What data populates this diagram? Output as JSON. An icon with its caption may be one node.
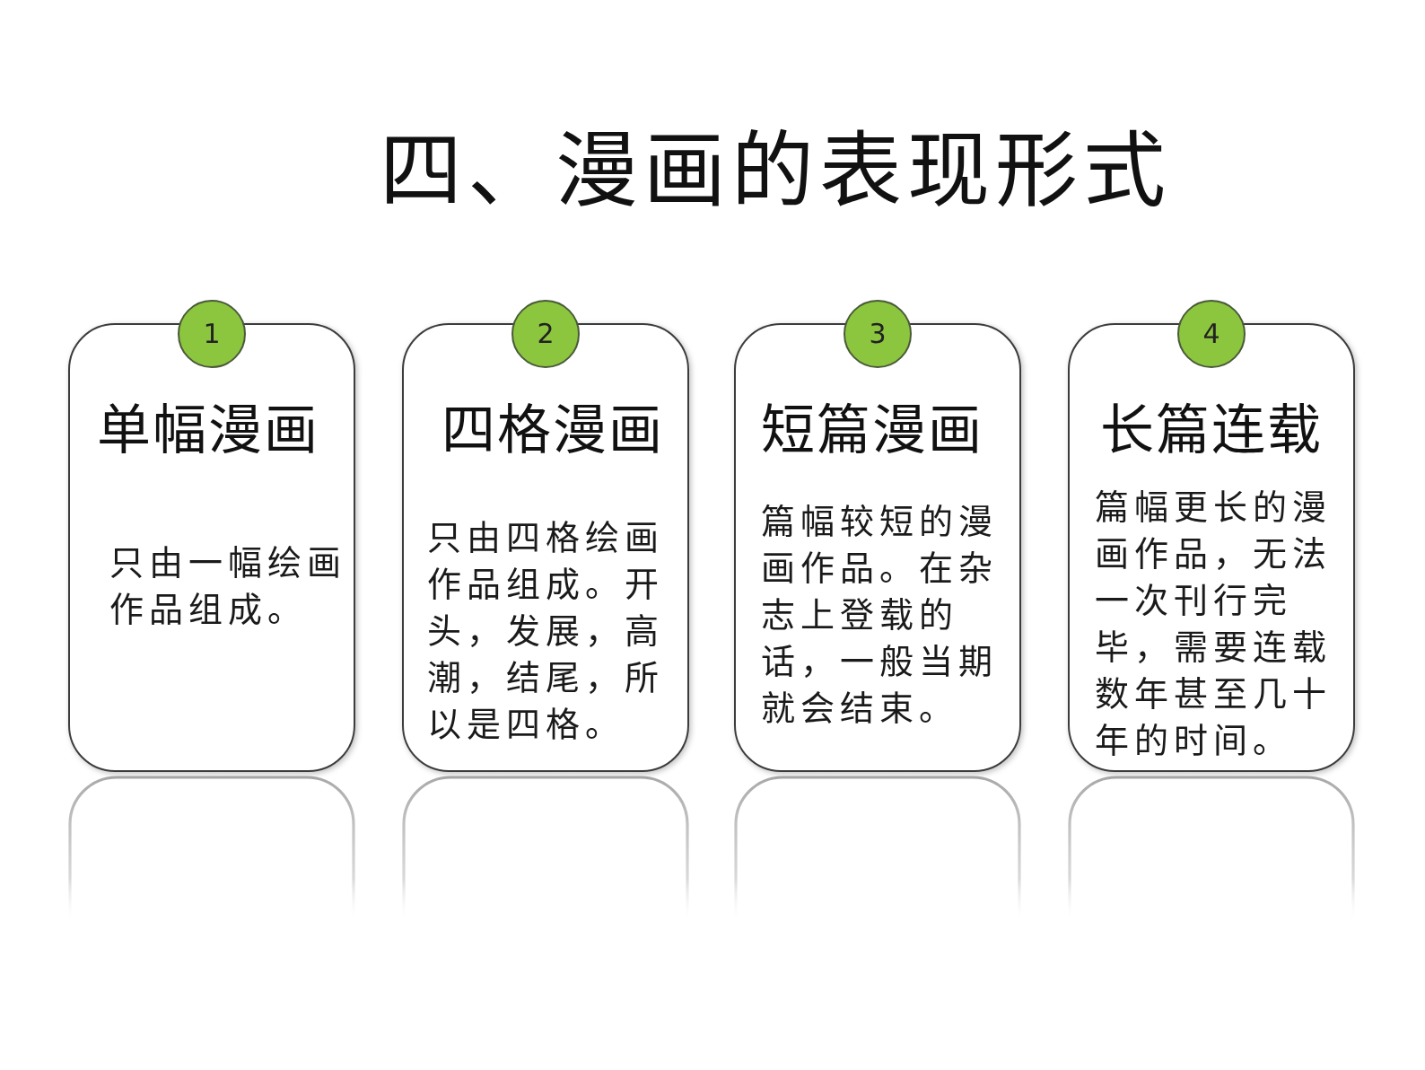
{
  "diagram": {
    "title": "四、漫画的表现形式",
    "nodes": [
      {
        "text": [
          "1"
        ]
      },
      {
        "text": [
          "单幅漫画",
          "只由一幅绘画作品组成。"
        ]
      },
      {
        "text": [
          "2"
        ]
      },
      {
        "text": [
          "四格漫画",
          "只由四格绘画作品组成。开头，发展，高潮，结尾，所以是四格。"
        ]
      },
      {
        "text": [
          "3"
        ]
      },
      {
        "text": [
          "短篇漫画",
          "篇幅较短的漫画作品。在杂志上登载的话，一般当期就会结束。"
        ]
      },
      {
        "text": [
          "4"
        ]
      },
      {
        "text": [
          "长篇连载",
          "篇幅更长的漫画作品，无法一次刊行完毕，需要连载数年甚至几十年的时间。"
        ]
      }
    ]
  }
}
